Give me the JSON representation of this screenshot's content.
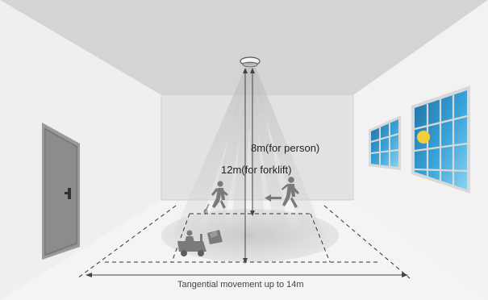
{
  "labels": {
    "person_range": "8m(for person)",
    "forklift_range": "12m(for forklift)",
    "tangential_range": "Tangential movement up to 14m"
  },
  "icons": [
    "ceiling-sensor-icon",
    "door-icon",
    "window-icon",
    "sun-icon",
    "walking-person-icon",
    "forklift-icon",
    "arrow-left-icon"
  ],
  "colors": {
    "ceiling": "#d9d9d9",
    "back_wall": "#e3e3e3",
    "side_walls": "#f0f0f0",
    "floor": "#f3f3f3",
    "beam": "#d0d0d0",
    "window_glass": "#2f9bd3",
    "window_frame": "#dcdcdc",
    "sun": "#f3cf3d",
    "figure": "#777777",
    "dimension_line": "#444444"
  }
}
